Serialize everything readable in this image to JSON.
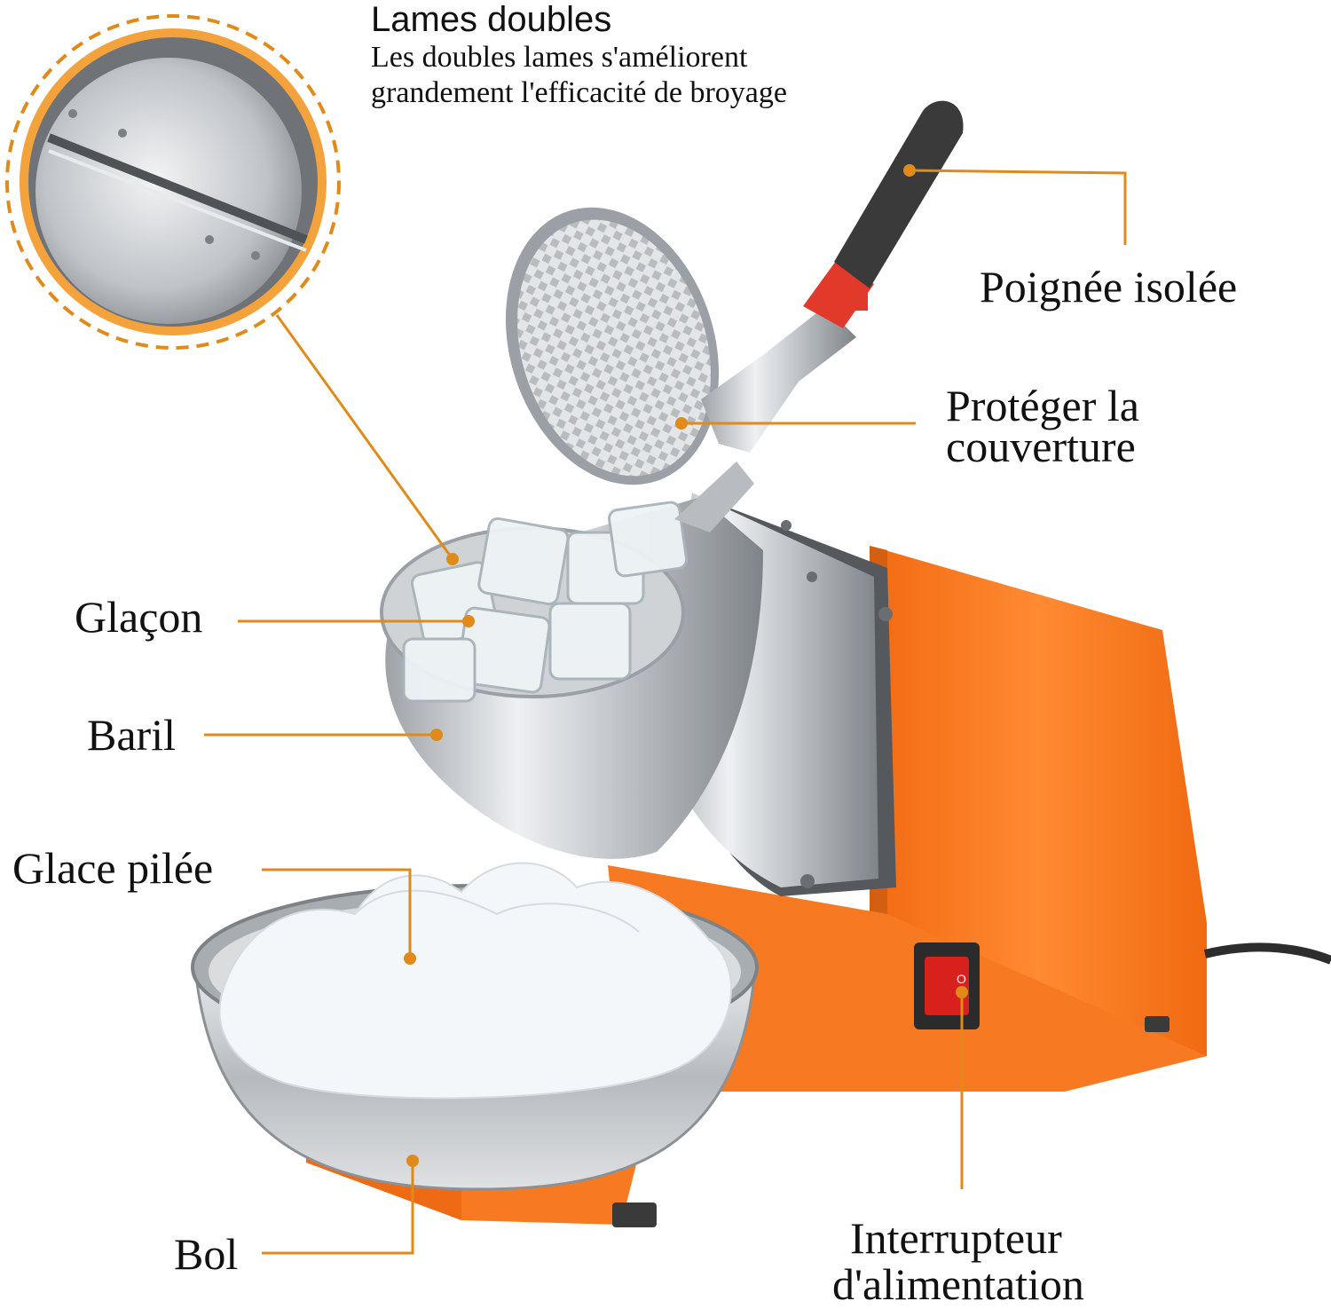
{
  "labels": {
    "title": "Lames doubles",
    "subtitle_line1": "Les doubles lames s'améliorent",
    "subtitle_line2": "grandement l'efficacité de broyage",
    "handle": "Poignée isolée",
    "cover_line1": "Protéger la",
    "cover_line2": "couverture",
    "ice_cube": "Glaçon",
    "barrel": "Baril",
    "crushed_ice": "Glace pilée",
    "switch_line1": "Interrupteur",
    "switch_line2": "d'alimentation",
    "bowl": "Bol"
  },
  "colors": {
    "leader": "#e08a1a",
    "machine_body": "#f77a22",
    "machine_dark": "#d35f10",
    "steel": "#c9ccd0",
    "steel_dark": "#8d9196",
    "handle_grip": "#3a3a3a",
    "handle_red": "#e23a2a",
    "switch_red": "#d8201c"
  },
  "icons": {
    "power_switch": "rocker-switch-icon"
  }
}
